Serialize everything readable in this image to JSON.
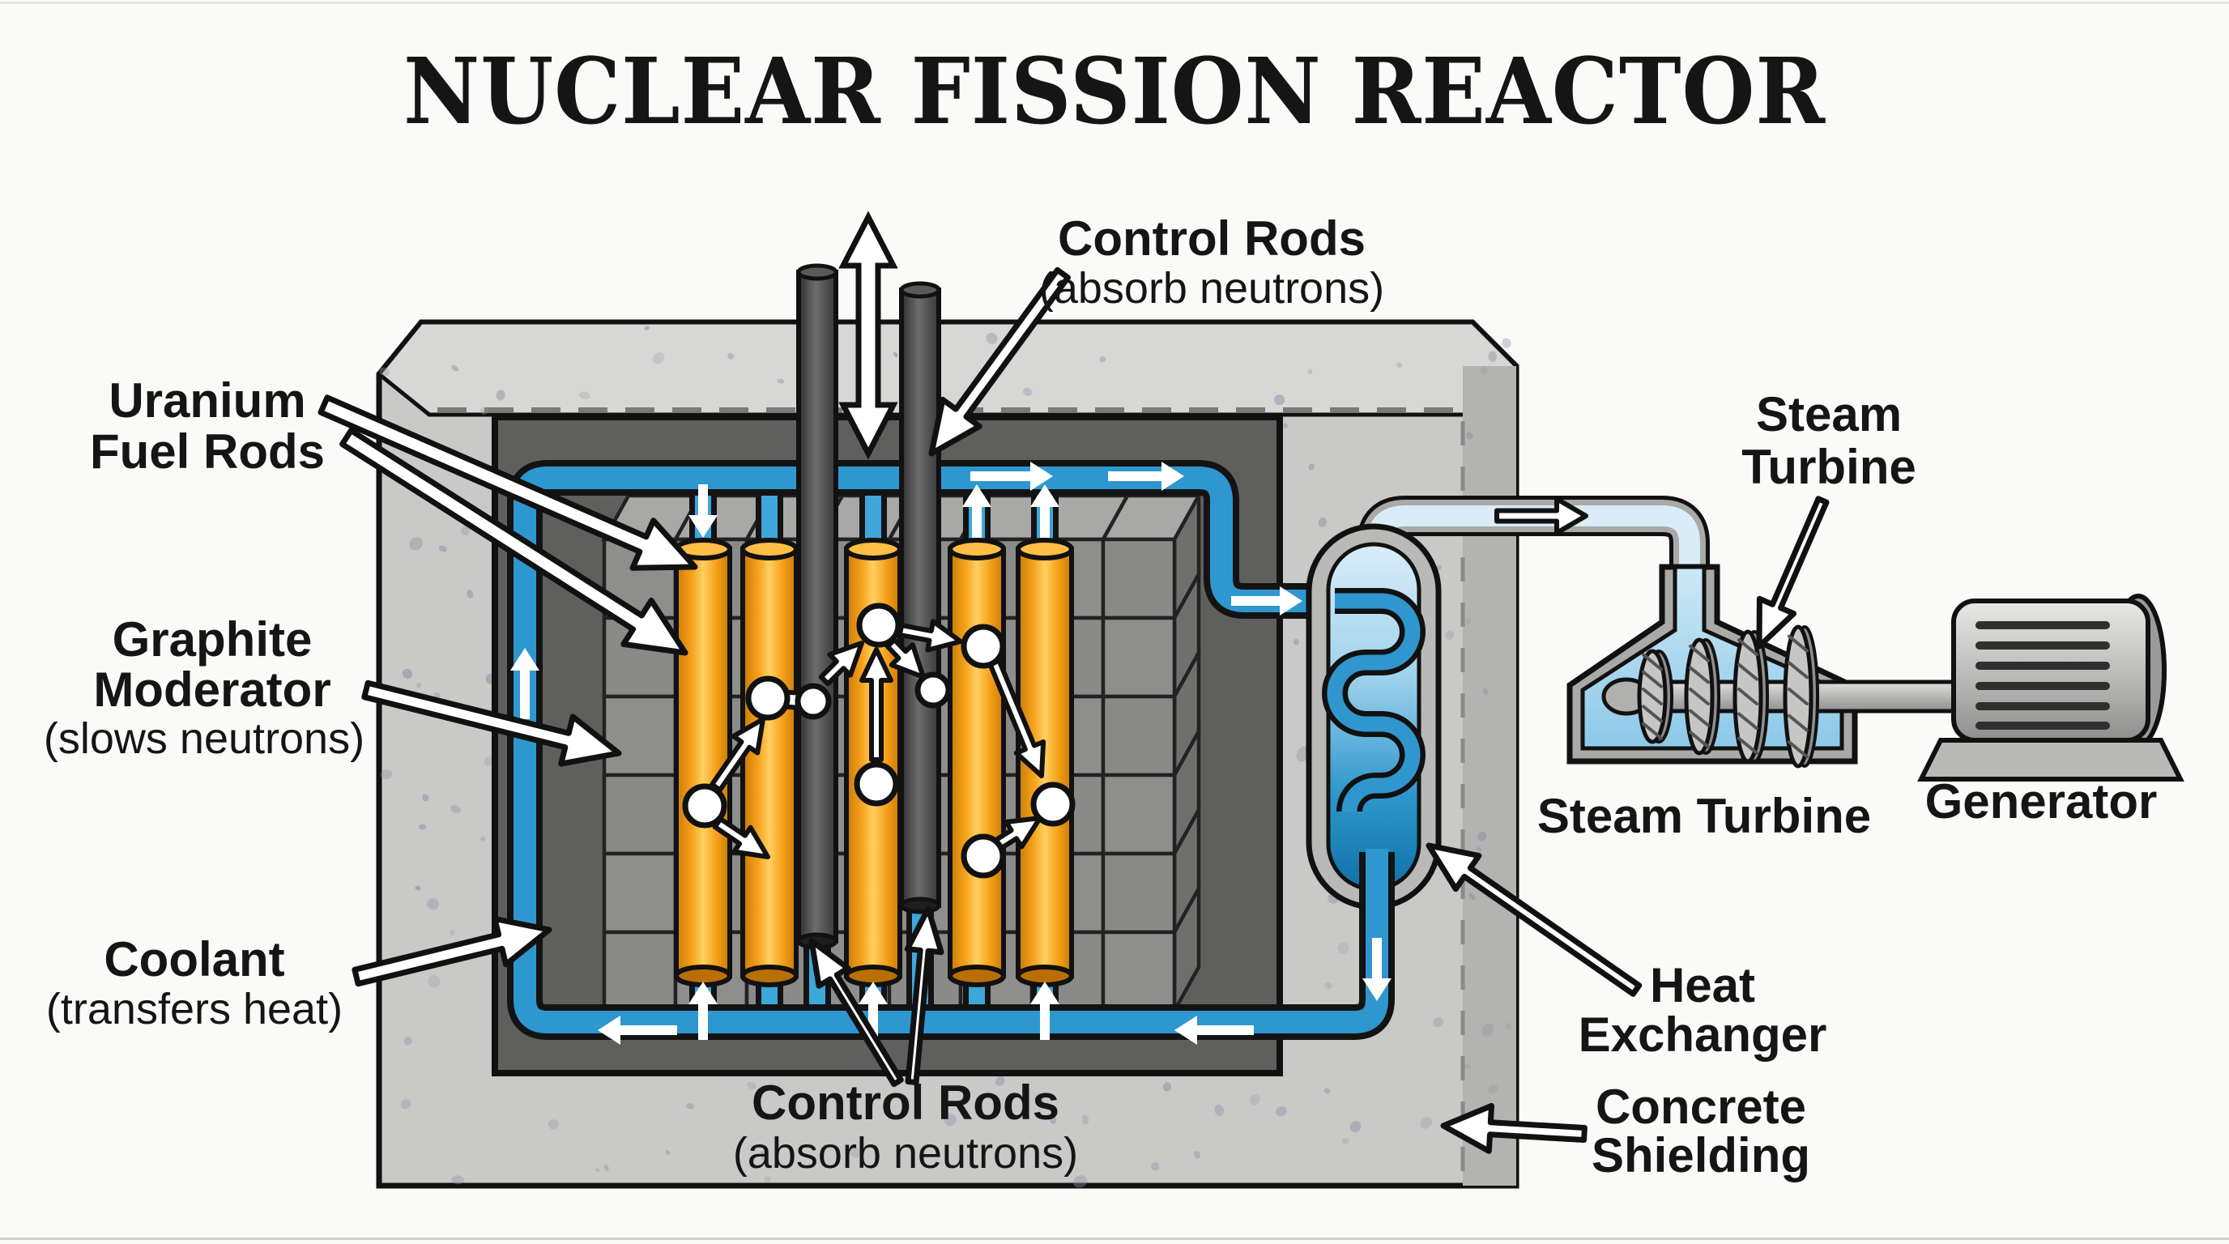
{
  "title": {
    "text": "NUCLEAR FISSION REACTOR"
  },
  "callouts": {
    "control_rods_top": {
      "line1": "Control Rods",
      "line2": "(absorb neutrons)"
    },
    "uranium_fuel_rods": {
      "line1": "Uranium",
      "line2": "Fuel Rods"
    },
    "graphite_moderator": {
      "line1": "Graphite",
      "line2": "Moderator",
      "line3": "(slows neutrons)"
    },
    "coolant": {
      "line1": "Coolant",
      "line2": "(transfers heat)"
    },
    "control_rods_bottom": {
      "line1": "Control Rods",
      "line2": "(absorb neutrons)"
    },
    "steam_turbine": {
      "line1": "Steam",
      "line2": "Turbine"
    },
    "heat_exchanger": {
      "line1": "Heat",
      "line2": "Exchanger"
    },
    "concrete_shielding": {
      "line1": "Concrete",
      "line2": "Shielding"
    }
  },
  "captions": {
    "steam_turbine": "Steam Turbine",
    "generator": "Generator"
  },
  "colors": {
    "title": "#20689f",
    "background": "#fafaf8",
    "concrete": "#c9c9c7",
    "concrete_top": "#d7d7d5",
    "concrete_side": "#b3b3b1",
    "speckle": "#8f94a8",
    "vessel": "#5f5f5d",
    "moderator_front": "#8e8e8c",
    "moderator_top": "#a8a8a6",
    "moderator_side": "#6f6f6d",
    "pipe_blue": "#2e97cf",
    "pipe_casing": "#131313",
    "steam_fill": "#d9ecf7",
    "steam_casing": "#a9a9a7",
    "fuel_mid": "#ffd061",
    "fuel_main": "#f5a01a",
    "fuel_dark": "#c87a06",
    "control_rod": "#3a3a3a",
    "hx_light": "#d9edf8",
    "hx_dark": "#0f72a8",
    "metal_light": "#e8e8e6",
    "metal_dark": "#8f8f8d",
    "neutron": "#ffffff",
    "outline": "#111111",
    "label_text": "#151515"
  }
}
